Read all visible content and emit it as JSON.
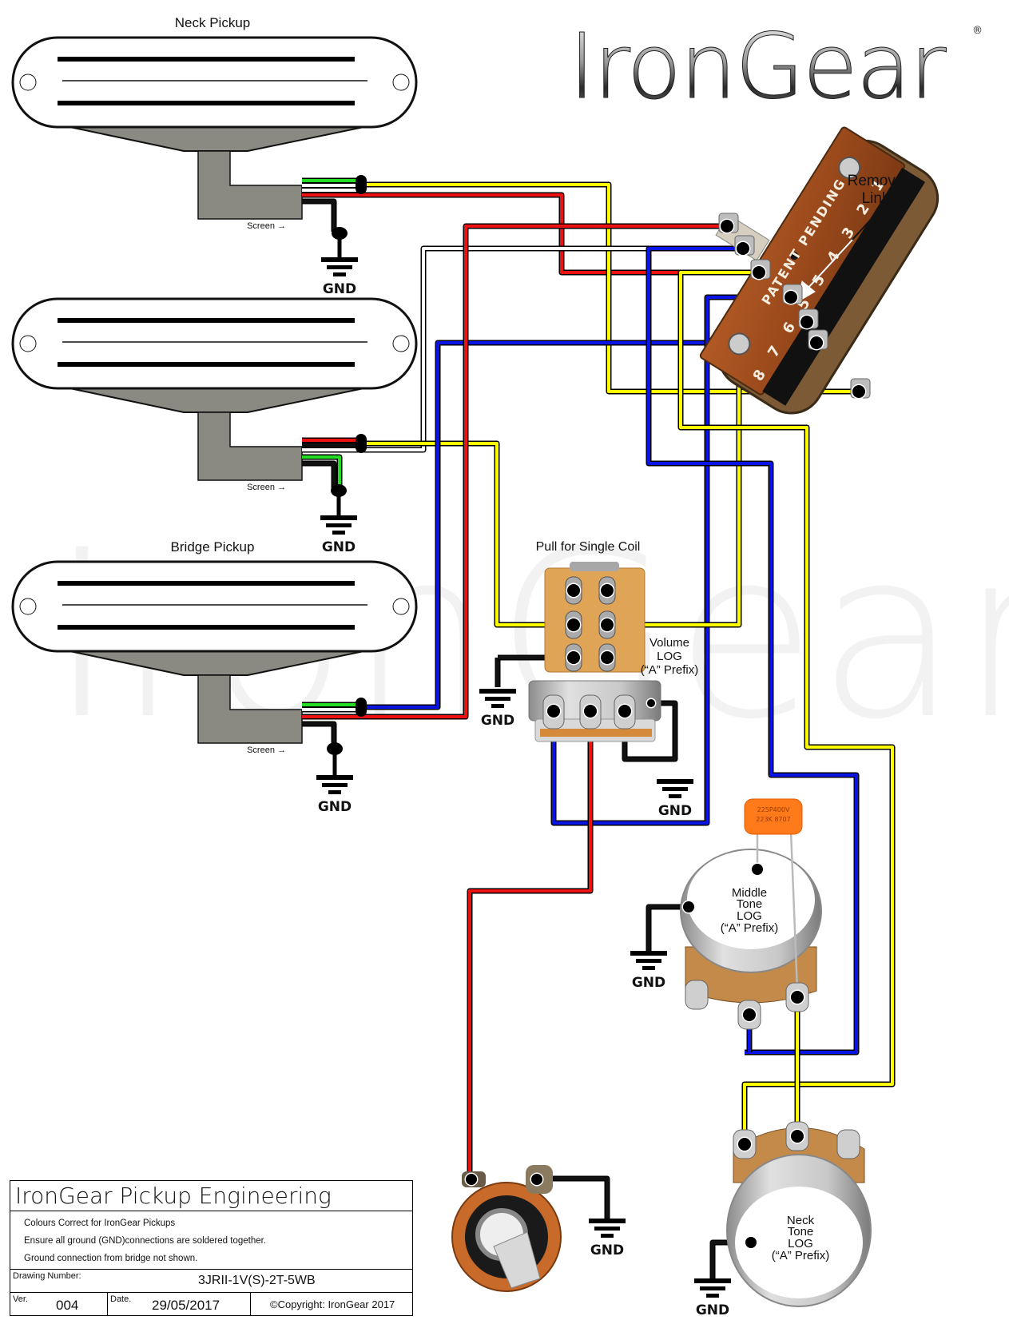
{
  "logo": {
    "text": "IronGear",
    "registered_mark": "®",
    "watermark": "IronGear"
  },
  "pickups": [
    {
      "id": "neck",
      "label": "Neck Pickup",
      "screen_label": "Screen",
      "gnd_label": "GND"
    },
    {
      "id": "middle",
      "label": "",
      "screen_label": "Screen",
      "gnd_label": "GND"
    },
    {
      "id": "bridge",
      "label": "Bridge Pickup",
      "screen_label": "Screen",
      "gnd_label": "GND"
    }
  ],
  "switch": {
    "type": "5-way blade switch",
    "lug_numbers": [
      "8",
      "7",
      "6",
      "5",
      "5",
      "4",
      "3",
      "2",
      "1"
    ],
    "plate_text": "PATENT PENDING",
    "annotation": {
      "line1": "Remove",
      "line2": "Link"
    }
  },
  "volume_pot": {
    "switch_label": "Pull for Single Coil",
    "label_lines": [
      "Volume",
      "LOG",
      "(“A” Prefix)"
    ],
    "gnd_left": "GND",
    "gnd_right": "GND"
  },
  "middle_tone_pot": {
    "label_lines": [
      "Middle",
      "Tone",
      "LOG",
      "(“A” Prefix)"
    ],
    "gnd_label": "GND",
    "capacitor": {
      "line1": "225P400V",
      "line2": "223K  8707"
    }
  },
  "neck_tone_pot": {
    "label_lines": [
      "Neck",
      "Tone",
      "LOG",
      "(“A” Prefix)"
    ],
    "gnd_label": "GND"
  },
  "jack": {
    "gnd_label": "GND"
  },
  "wire_colors": {
    "red": "#ee1111",
    "yellow": "#ffff00",
    "blue": "#0a14e6",
    "green": "#22dd22",
    "white": "#ffffff",
    "black": "#000000"
  },
  "title_block": {
    "company": "IronGear Pickup Engineering",
    "notes": [
      "Colours Correct for IronGear Pickups",
      "Ensure all ground (GND)connections are soldered together.",
      "Ground connection from bridge not shown."
    ],
    "drawing_number_label": "Drawing Number:",
    "drawing_number": "3JRII-1V(S)-2T-5WB",
    "version_label": "Ver.",
    "version": "004",
    "date_label": "Date.",
    "date": "29/05/2017",
    "copyright": "©Copyright: IronGear 2017"
  }
}
